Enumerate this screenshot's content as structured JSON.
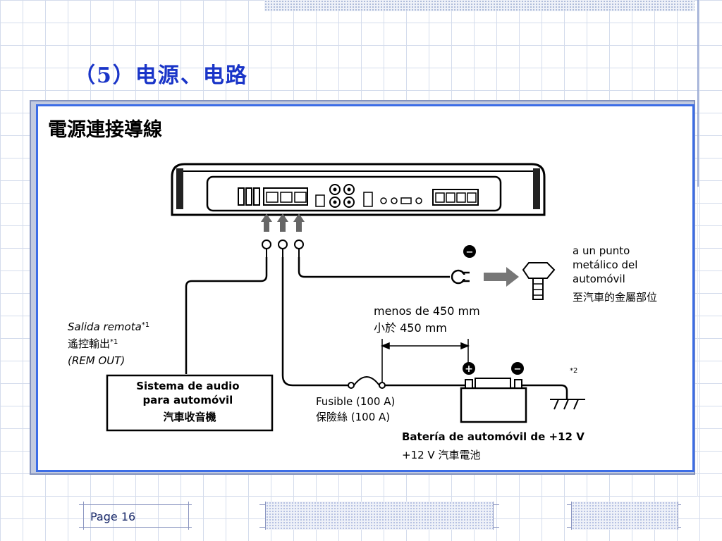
{
  "slide": {
    "title": "（5）电源、电路",
    "page_label": "Page 16"
  },
  "diagram": {
    "heading": "電源連接導線",
    "ground_label": {
      "line1": "a un punto",
      "line2": "metálico del",
      "line3": "automóvil",
      "line4": "至汽車的金屬部位"
    },
    "distance_label": {
      "es": "menos de 450 mm",
      "zh": "小於 450 mm"
    },
    "remote_label": {
      "es": "Salida remota",
      "es_note": "*1",
      "zh": "遙控輸出",
      "zh_note": "*1",
      "en": "(REM OUT)"
    },
    "audio_system": {
      "line1": "Sistema de audio",
      "line2": "para automóvil",
      "line3": "汽車收音機"
    },
    "fuse": {
      "es": "Fusible (100 A)",
      "zh": "保險絲 (100 A)"
    },
    "battery": {
      "es": "Batería de automóvil de +12 V",
      "zh": "+12 V 汽車電池"
    },
    "note2": "*2",
    "minus_symbol": "−",
    "plus_symbol": "+"
  }
}
